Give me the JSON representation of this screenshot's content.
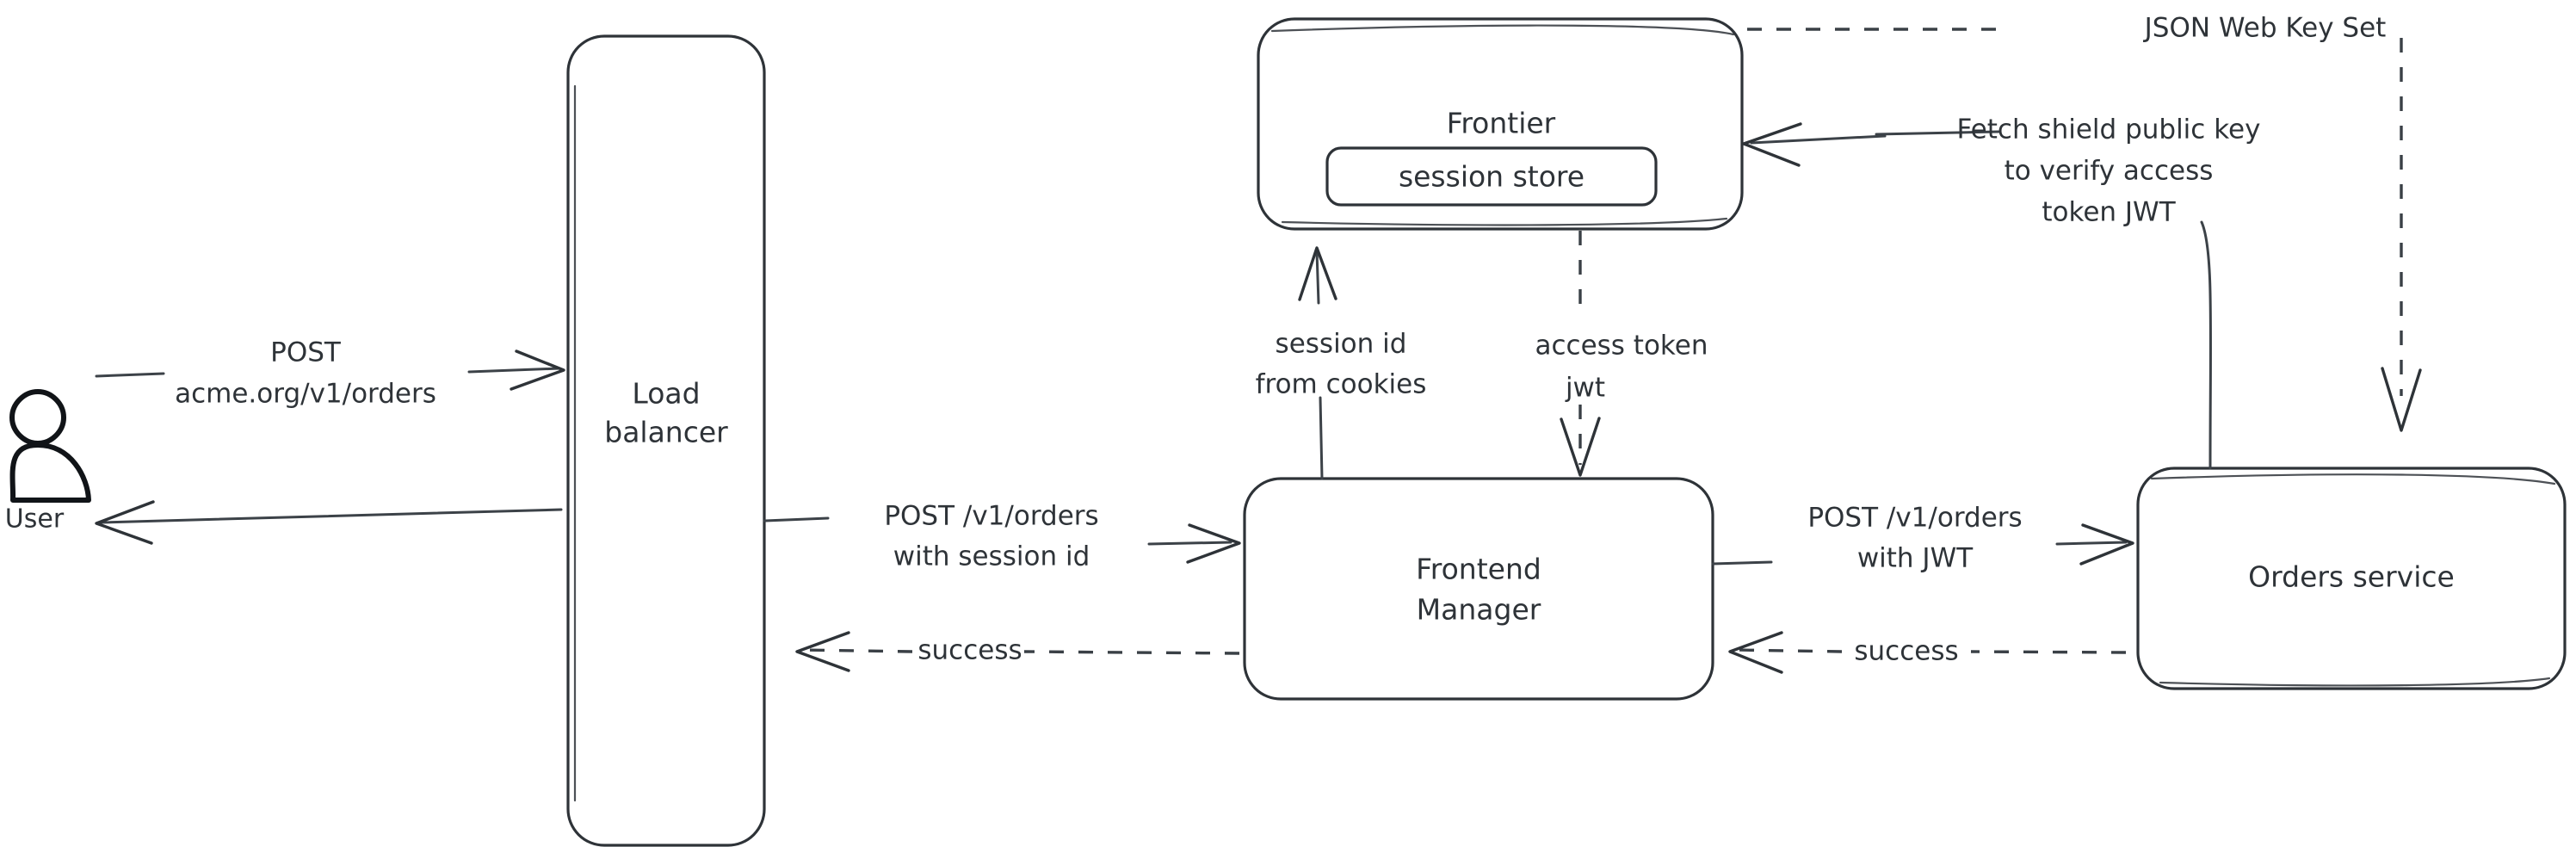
{
  "diagram": {
    "title": "Authentication request flow architecture diagram",
    "style": "hand-drawn",
    "background_color": "#ffffff",
    "stroke_color": "#2e3338",
    "actor_fill_color": "#c5cdd6"
  },
  "nodes": {
    "user": {
      "label": "User",
      "kind": "actor"
    },
    "load_balancer": {
      "label_line1": "Load",
      "label_line2": "balancer",
      "kind": "process"
    },
    "frontier": {
      "label": "Frontier",
      "kind": "process",
      "child": {
        "label": "session store",
        "kind": "datastore"
      }
    },
    "frontend_manager": {
      "label_line1": "Frontend",
      "label_line2": "Manager",
      "kind": "process"
    },
    "orders_service": {
      "label": "Orders service",
      "kind": "process"
    }
  },
  "edges": {
    "user_to_lb": {
      "label_line1": "POST",
      "label_line2": "acme.org/v1/orders",
      "style": "solid",
      "direction": "right"
    },
    "lb_to_user": {
      "label": "",
      "style": "solid",
      "direction": "left"
    },
    "lb_to_fm": {
      "label_line1": "POST /v1/orders",
      "label_line2": "with session id",
      "style": "solid",
      "direction": "right"
    },
    "fm_to_lb": {
      "label": "success",
      "style": "dashed",
      "direction": "left"
    },
    "fm_to_frontier": {
      "label_line1": "session id",
      "label_line2": "from cookies",
      "style": "solid",
      "direction": "up"
    },
    "frontier_to_fm": {
      "label_line1": "access token",
      "label_line2": "jwt",
      "style": "dashed",
      "direction": "down"
    },
    "fm_to_orders": {
      "label_line1": "POST /v1/orders",
      "label_line2": "with JWT",
      "style": "solid",
      "direction": "right"
    },
    "orders_to_fm": {
      "label": "success",
      "style": "dashed",
      "direction": "left"
    },
    "orders_to_frontier": {
      "label_line1": "Fetch shield public key",
      "label_line2": "to verify access",
      "label_line3": "token JWT",
      "style": "solid",
      "direction": "left"
    },
    "frontier_to_orders": {
      "label": "JSON Web Key Set",
      "style": "dashed",
      "direction": "down"
    }
  }
}
